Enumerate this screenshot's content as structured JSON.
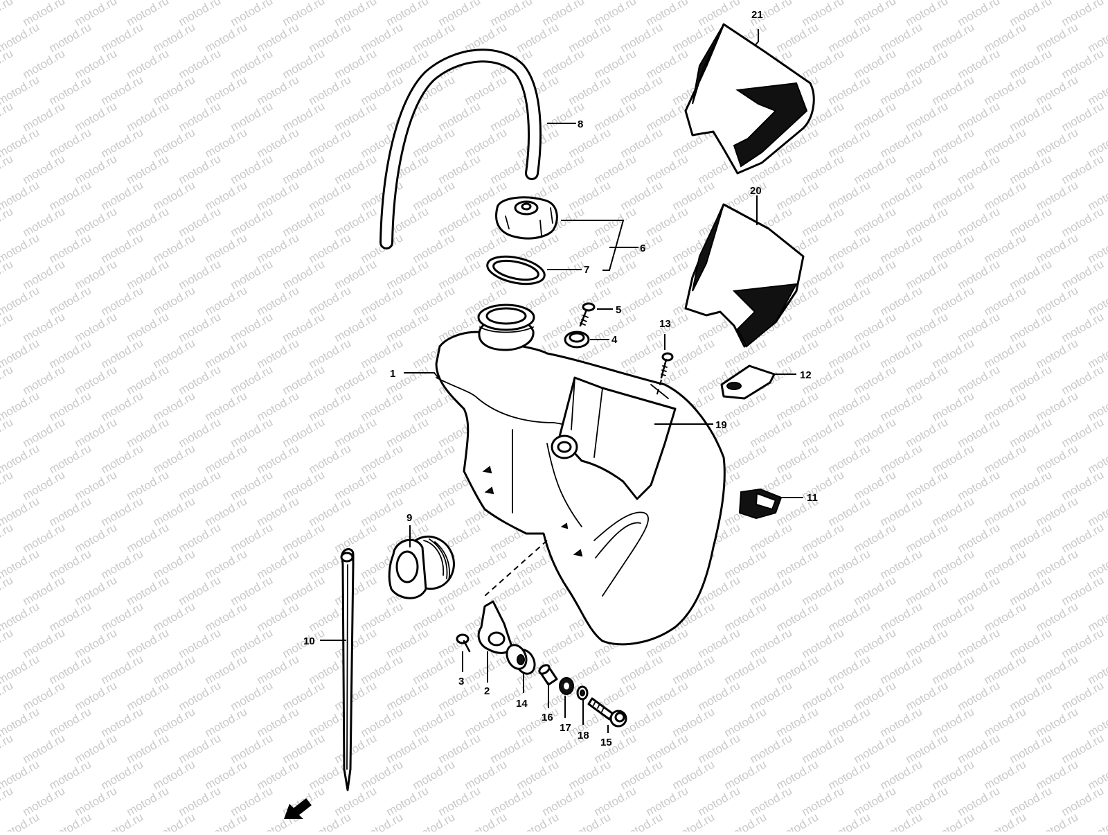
{
  "watermark": "motod.ru",
  "direction_arrow": "front-arrow-icon",
  "callouts": [
    "1",
    "2",
    "3",
    "4",
    "5",
    "6",
    "7",
    "8",
    "9",
    "10",
    "11",
    "12",
    "13",
    "14",
    "15",
    "16",
    "17",
    "18",
    "19",
    "20",
    "21"
  ]
}
